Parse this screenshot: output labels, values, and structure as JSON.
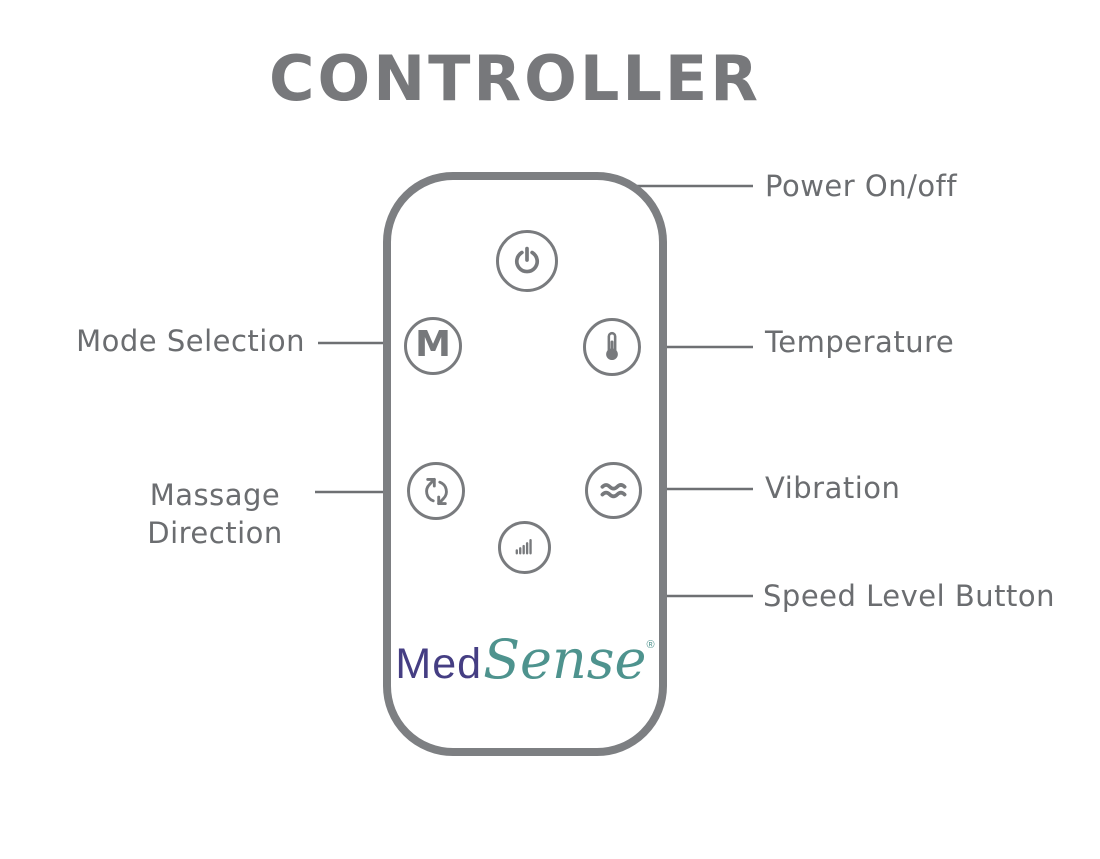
{
  "title": "CONTROLLER",
  "device": {
    "brand": {
      "med": "Med",
      "sense": "Sense",
      "registered": "®"
    },
    "buttons": {
      "power": {
        "icon": "power-icon"
      },
      "mode": {
        "letter": "M"
      },
      "temperature": {
        "icon": "thermometer-icon"
      },
      "massage_direction": {
        "icon": "rotate-arrows-icon"
      },
      "vibration": {
        "icon": "wave-icon"
      },
      "speed": {
        "icon": "signal-bars-icon"
      }
    }
  },
  "callouts": {
    "power": "Power On/off",
    "mode": "Mode Selection",
    "temperature": "Temperature",
    "massage": [
      "Massage",
      "Direction"
    ],
    "vibration": "Vibration",
    "speed": "Speed Level Button"
  },
  "colors": {
    "title_gray": "#77787b",
    "label_gray": "#6b6d70",
    "outline_gray": "#7d7f82",
    "icon_gray": "#77797c",
    "line_gray": "#6e7073",
    "logo_purple": "#453e83",
    "logo_teal": "#4e938e"
  }
}
